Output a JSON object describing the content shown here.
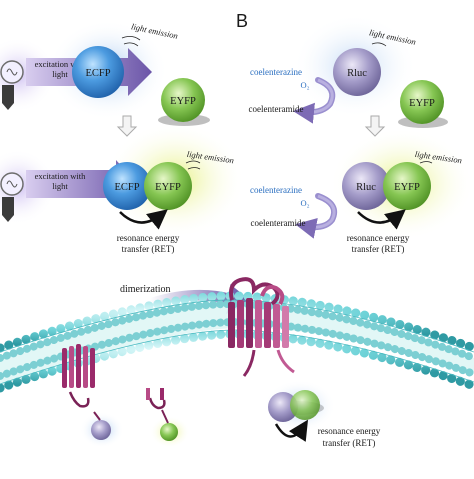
{
  "panels": {
    "a": {
      "top": {
        "arrow_label": "excitation with light",
        "arrow_label_line1": "excitation with",
        "arrow_label_line2": "light",
        "donor": "ECFP",
        "acceptor": "EYFP",
        "emission": "light emission"
      },
      "bottom": {
        "arrow_label_line1": "excitation with",
        "arrow_label_line2": "light",
        "donor": "ECFP",
        "acceptor": "EYFP",
        "emission": "light emission",
        "ret_line1": "resonance energy",
        "ret_line2": "transfer (RET)"
      }
    },
    "b": {
      "letter": "B",
      "top": {
        "substrate": "coelenterazine",
        "oxygen": "O₂",
        "product": "coelenteramide",
        "donor": "Rluc",
        "acceptor": "EYFP",
        "emission": "light emission"
      },
      "bottom": {
        "substrate": "coelenterazine",
        "oxygen": "O₂",
        "product": "coelenteramide",
        "donor": "Rluc",
        "acceptor": "EYFP",
        "emission": "light emission",
        "ret_line1": "resonance energy",
        "ret_line2": "transfer (RET)"
      }
    },
    "membrane": {
      "dimerization": "dimerization",
      "ret_line1": "resonance energy",
      "ret_line2": "transfer (RET)"
    }
  },
  "colors": {
    "ecfp": "#3d8fd6",
    "eyfp": "#7cc04a",
    "rluc": "#8e86b8",
    "arrow_purple": "#6b55a8",
    "membrane_head": "#6fd3d8",
    "receptor": "#9a2a6a",
    "glow_blue": "#cfe0f5",
    "glow_yellow": "#eef3a0"
  },
  "icons": [
    "lightbulb-icon",
    "lightbulb-icon"
  ]
}
